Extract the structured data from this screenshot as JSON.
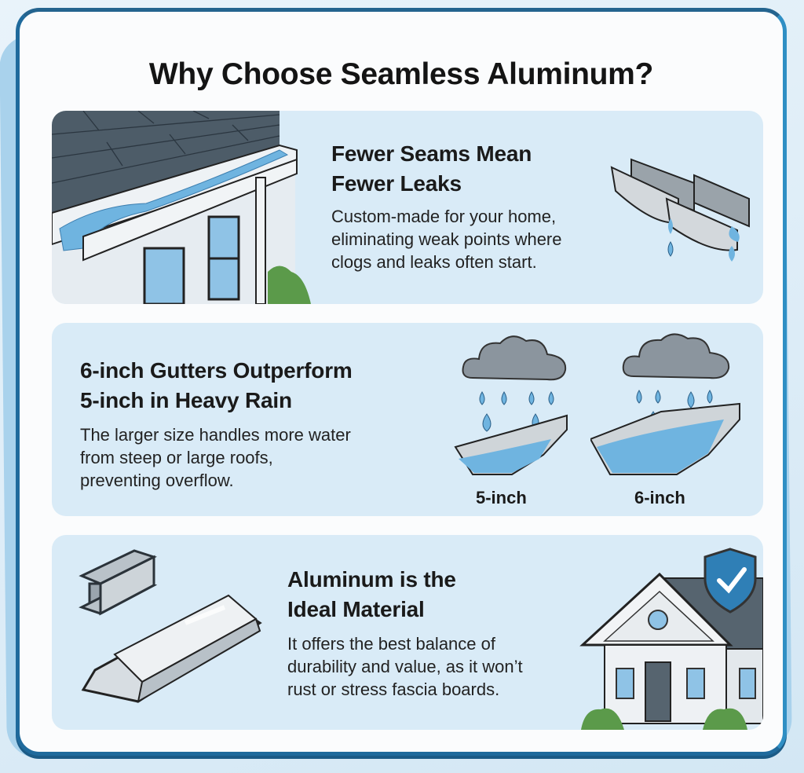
{
  "title": "Why Choose Seamless Aluminum?",
  "colors": {
    "frame_border": "#1f6a9c",
    "panel_bg": "#d9ebf7",
    "card_bg": "#fbfcfd",
    "water": "#6fb4e0",
    "shield": "#2f7fb6"
  },
  "sections": [
    {
      "heading_line1": "Fewer Seams Mean",
      "heading_line2": "Fewer Leaks",
      "body_line1": "Custom-made for your home,",
      "body_line2": "eliminating weak points where",
      "body_line3": "clogs and leaks often start.",
      "left_illustration": "house-roof-with-gutter",
      "right_illustration": "leaking-seamed-gutter-sections"
    },
    {
      "heading_line1": "6-inch Gutters Outperform",
      "heading_line2": "5-inch in Heavy Rain",
      "body_line1": "The larger size handles more water",
      "body_line2": "from steep or large roofs,",
      "body_line3": "preventing overflow.",
      "comparison": [
        {
          "label": "5-inch",
          "illustration": "rain-cloud-small-gutter"
        },
        {
          "label": "6-inch",
          "illustration": "rain-cloud-large-gutter"
        }
      ]
    },
    {
      "heading_line1": "Aluminum is the",
      "heading_line2": "Ideal Material",
      "body_line1": "It offers the best balance of",
      "body_line2": "durability and value, as it won’t",
      "body_line3": "rust or stress fascia boards.",
      "left_illustration": "aluminum-ingot-and-i-beam",
      "right_illustration": "house-with-shield-check"
    }
  ]
}
